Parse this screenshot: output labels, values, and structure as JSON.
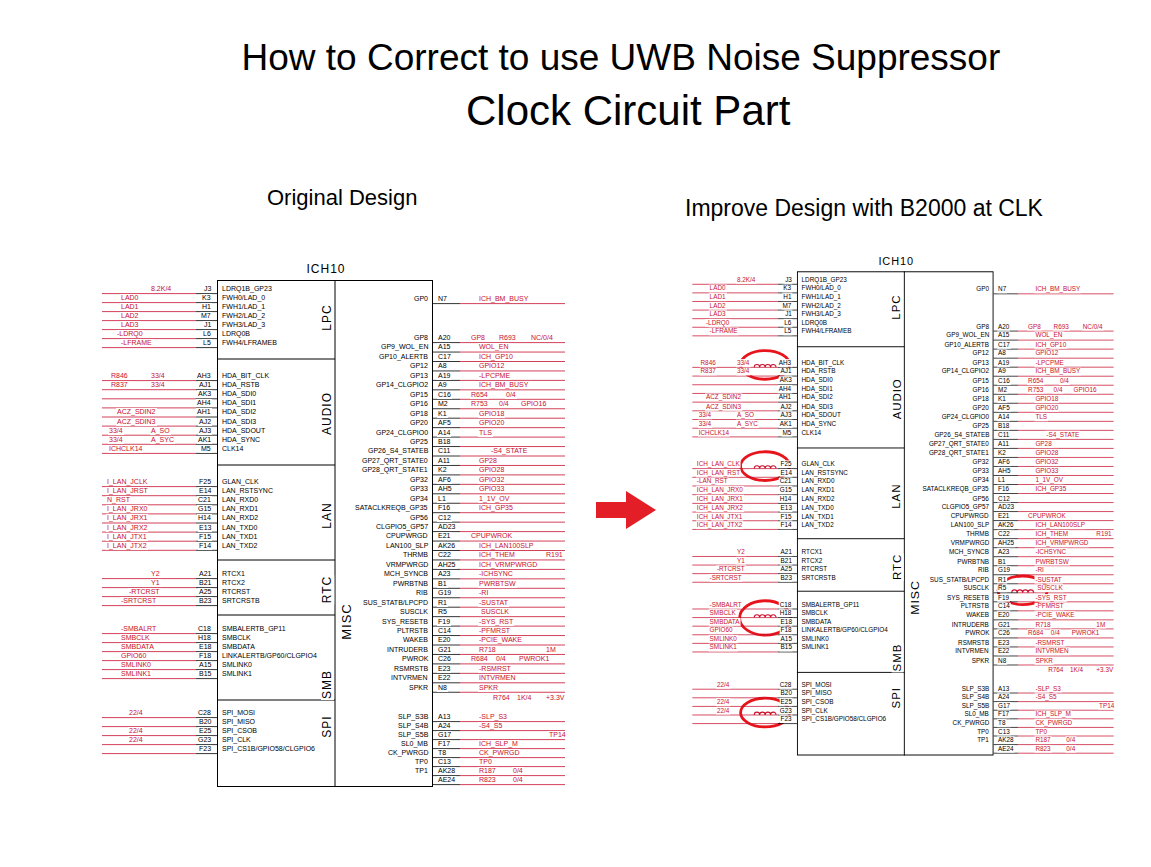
{
  "diagram": {
    "title": "How to Correct to use UWB Noise Suppressor",
    "nodes": [
      {
        "text": [
          "ICH10",
          "LPC",
          "AUDIO",
          "LAN",
          "RTC",
          "SMB",
          "SPI",
          "MISC"
        ]
      },
      {
        "text": [
          "ICH10",
          "LPC",
          "AUDIO",
          "LAN",
          "RTC",
          "SMB",
          "SPI",
          "MISC"
        ]
      }
    ],
    "labels": [
      "Clock Circuit Part",
      "Original Design",
      "Improve Design with B2000 at CLK",
      "LDRQ1B_GP23",
      "FWH0/LAD_0",
      "FWH1/LAD_1",
      "FWH2/LAD_2",
      "FWH3/LAD_3",
      "LDRQ0B",
      "FWH4/LFRAMEB",
      "HDA_BIT_CLK",
      "HDA_RSTB",
      "HDA_SDI0",
      "HDA_SDI1",
      "HDA_SDI2",
      "HDA_SDI3",
      "HDA_SDOUT",
      "HDA_SYNC",
      "CLK14",
      "GLAN_CLK",
      "LAN_RSTSYNC",
      "LAN_RXD0",
      "LAN_RXD1",
      "LAN_RXD2",
      "LAN_TXD0",
      "LAN_TXD1",
      "LAN_TXD2",
      "RTCX1",
      "RTCX2",
      "RTCRST",
      "SRTCRSTB",
      "SMBALERTB_GP11",
      "SMBCLK",
      "SMBDATA",
      "LINKALERTB/GP60/CLGPIO4",
      "SMLINK0",
      "SMLINK1",
      "SPI_MOSI",
      "SPI_MISO",
      "SPI_CSOB",
      "SPI_CLK",
      "SPI_CS1B/GPIO58/CLGPIO6",
      "J3",
      "K3",
      "H1",
      "M7",
      "J1",
      "L6",
      "L5",
      "AH3",
      "AJ1",
      "AK3",
      "AH4",
      "AH1",
      "AJ2",
      "AJ3",
      "AK1",
      "M5",
      "F25",
      "E14",
      "C21",
      "G15",
      "H14",
      "E13",
      "F15",
      "F14",
      "A21",
      "B21",
      "A25",
      "B23",
      "C18",
      "H18",
      "E18",
      "F18",
      "A15",
      "B15",
      "C28",
      "B20",
      "E25",
      "G23",
      "F23",
      "8.2K/4",
      "LAD0",
      "LAD1",
      "LAD2",
      "LAD3",
      "-LDRQ0",
      "-LFRAME",
      "R846",
      "33/4",
      "R837",
      "33/4",
      "ACZ_SDIN2",
      "ACZ_SDIN3",
      "33/4",
      "A_SO",
      "33/4",
      "A_SYC",
      "ICHCLK14",
      "I_LAN_JCLK",
      "I_LAN_JRST",
      "N_RST",
      "I_LAN_JRX0",
      "I_LAN_JRX1",
      "I_LAN_JRX2",
      "I_LAN_JTX1",
      "I_LAN_JTX2",
      "Y2",
      "Y1",
      "-RTCRST",
      "-SRTCRST",
      "-SMBALRT",
      "SMBCLK",
      "SMBDATA",
      "GPIO60",
      "SMLINK0",
      "SMLINK1",
      "22/4",
      "22/4",
      "22/4",
      "GP0",
      "GP8",
      "GP9_WOL_EN",
      "GP10_ALERTB",
      "GP12",
      "GP13",
      "GP14_CLGPIO2",
      "GP15",
      "GP16",
      "GP18",
      "GP20",
      "GP24_CLGPIO0",
      "GP25",
      "GP26_S4_STATEB",
      "GP27_QRT_STATE0",
      "GP28_QRT_STATE1",
      "GP32",
      "GP33",
      "GP34",
      "SATACLKREQB_GP35",
      "GP56",
      "CLGPIO5_GP57",
      "CPUPWRGD",
      "LAN100_SLP",
      "THRMB",
      "VRMPWRGD",
      "MCH_SYNCB",
      "PWRBTNB",
      "RIB",
      "SUS_STATB/LPCPD",
      "SUSCLK",
      "SYS_RESETB",
      "PLTRSTB",
      "WAKEB",
      "INTRUDERB",
      "PWROK",
      "RSMRSTB",
      "INTVRMEN",
      "SPKR",
      "SLP_S3B",
      "SLP_S4B",
      "SLP_S5B",
      "SL0_MB",
      "CK_PWRGD",
      "TP0",
      "TP1",
      "N7",
      "A20",
      "A15",
      "C17",
      "A8",
      "A19",
      "A9",
      "C16",
      "M2",
      "K1",
      "AF5",
      "A14",
      "B18",
      "C11",
      "A11",
      "K2",
      "AF6",
      "AH5",
      "L1",
      "F16",
      "C12",
      "AD23",
      "E21",
      "AK26",
      "C22",
      "AH25",
      "A23",
      "B1",
      "G19",
      "R1",
      "R5",
      "F19",
      "C14",
      "E20",
      "G21",
      "C26",
      "E23",
      "E22",
      "N8",
      "A13",
      "A24",
      "G17",
      "F17",
      "T8",
      "C13",
      "AK28",
      "AE24",
      "ICH_BM_BUSY",
      "GP8",
      "R693",
      "NC/0/4",
      "WOL_EN",
      "ICH_GP10",
      "GPIO12",
      "-LPCPME",
      "ICH_BM_BUSY",
      "R654",
      "0/4",
      "R753",
      "0/4",
      "GPIO16",
      "GPIO18",
      "GPIO20",
      "TLS",
      "-S4_STATE",
      "GP28",
      "GPIO28",
      "GPIO32",
      "GPIO33",
      "1_1V_OV",
      "ICH_GP35",
      "CPUPWROK",
      "ICH_LAN100SLP",
      "ICH_THEM",
      "R191",
      "ICH_VRMPWRGD",
      "-ICHSYNC",
      "PWRBTSW",
      "-RI",
      "-SUSTAT",
      "SUSCLK",
      "-SYS_RST",
      "-PFMRST",
      "-PCIE_WAKE",
      "R718",
      "1M",
      "R684",
      "0/4",
      "PWROK1",
      "-RSMRST",
      "INTVRMEN",
      "SPKR",
      "R764",
      "1K/4",
      "+3.3V",
      "-SLP_S3",
      "-S4_S5",
      "TP14",
      "ICH_SLP_M",
      "CK_PWRGD",
      "TP0",
      "R187",
      "0/4",
      "R823",
      "0/4",
      "LDRQ1B_GP23",
      "FWH0/LAD_0",
      "FWH1/LAD_1",
      "FWH2/LAD_2",
      "FWH3/LAD_3",
      "LDRQ0B",
      "FWH4/LFRAMEB",
      "HDA_BIT_CLK",
      "HDA_RSTB",
      "HDA_SDI0",
      "HDA_SDI1",
      "HDA_SDI2",
      "HDA_SDI3",
      "HDA_SDOUT",
      "HDA_SYNC",
      "CLK14",
      "GLAN_CLK",
      "LAN_RSTSYNC",
      "LAN_RXD0",
      "LAN_RXD1",
      "LAN_RXD2",
      "LAN_TXD0",
      "LAN_TXD1",
      "LAN_TXD2",
      "RTCX1",
      "RTCX2",
      "RTCRST",
      "SRTCRSTB",
      "SMBALERTB_GP11",
      "SMBCLK",
      "SMBDATA",
      "LINKALERTB/GP60/CLGPIO4",
      "SMLINK0",
      "SMLINK1",
      "SPI_MOSI",
      "SPI_MISO",
      "SPI_CSOB",
      "SPI_CLK",
      "SPI_CS1B/GPIO58/CLGPIO6",
      "J3",
      "K3",
      "H1",
      "M7",
      "J1",
      "L6",
      "L5",
      "AH3",
      "AJ1",
      "AK3",
      "AH4",
      "AH1",
      "AJ2",
      "AJ3",
      "AK1",
      "M5",
      "F25",
      "E14",
      "C21",
      "G15",
      "H14",
      "E13",
      "F15",
      "F14",
      "A21",
      "B21",
      "A25",
      "B23",
      "C18",
      "H18",
      "E18",
      "F18",
      "A15",
      "B15",
      "C28",
      "B20",
      "E25",
      "G23",
      "F23",
      "8.2K/4",
      "LAD0",
      "LAD1",
      "LAD2",
      "LAD3",
      "-LDRQ0",
      "-LFRAME",
      "R846",
      "33/4",
      "R837",
      "33/4",
      "ACZ_SDIN2",
      "ACZ_SDIN3",
      "33/4",
      "A_SO",
      "33/4",
      "A_SYC",
      "ICHCLK14",
      "ICH_LAN_CLK",
      "ICH_LAN_RST",
      "-LAN_RST",
      "ICH_LAN_JRX0",
      "ICH_LAN_JRX1",
      "ICH_LAN_JRX2",
      "ICH_LAN_JTX1",
      "ICH_LAN_JTX2",
      "Y2",
      "Y1",
      "-RTCRST",
      "-SRTCRST",
      "-SMBALRT",
      "SMBCLK",
      "SMBDATA",
      "GPIO60",
      "SMLINK0",
      "SMLINK1",
      "22/4",
      "22/4",
      "22/4",
      "GP0",
      "GP8",
      "GP9_WOL_EN",
      "GP10_ALERTB",
      "GP12",
      "GP13",
      "GP14_CLGPIO2",
      "GP15",
      "GP16",
      "GP18",
      "GP20",
      "GP24_CLGPIO0",
      "GP25",
      "GP26_S4_STATEB",
      "GP27_QRT_STATE0",
      "GP28_QRT_STATE1",
      "GP32",
      "GP33",
      "GP34",
      "SATACLKREQB_GP35",
      "GP56",
      "CLGPIO5_GP57",
      "CPUPWRGD",
      "LAN100_SLP",
      "THRMB",
      "VRMPWRGD",
      "MCH_SYNCB",
      "PWRBTNB",
      "RIB",
      "SUS_STATB/LPCPD",
      "SUSCLK",
      "SYS_RESETB",
      "PLTRSTB",
      "WAKEB",
      "INTRUDERB",
      "PWROK",
      "RSMRSTB",
      "INTVRMEN",
      "SPKR",
      "SLP_S3B",
      "SLP_S4B",
      "SLP_S5B",
      "SL0_MB",
      "CK_PWRGD",
      "TP0",
      "TP1",
      "N7",
      "A20",
      "A15",
      "C17",
      "A8",
      "A19",
      "A9",
      "C16",
      "M2",
      "K1",
      "AF5",
      "A14",
      "B18",
      "C11",
      "A11",
      "K2",
      "AF6",
      "AH5",
      "L1",
      "F16",
      "C12",
      "AD23",
      "E21",
      "AK26",
      "C22",
      "AH25",
      "A23",
      "B1",
      "G19",
      "R1",
      "R5",
      "F19",
      "C14",
      "E20",
      "G21",
      "C26",
      "E23",
      "E22",
      "N8",
      "A13",
      "A24",
      "G17",
      "F17",
      "T8",
      "C13",
      "AK28",
      "AE24",
      "ICH_BM_BUSY",
      "GP8",
      "R693",
      "NC/0/4",
      "WOL_EN",
      "ICH_GP10",
      "GPIO12",
      "-LPCPME",
      "ICH_BM_BUSY",
      "R654",
      "0/4",
      "R753",
      "0/4",
      "GPIO16",
      "GPIO18",
      "GPIO20",
      "TLS",
      "-S4_STATE",
      "GP28",
      "GPIO28",
      "GPIO32",
      "GPIO33",
      "1_1V_OV",
      "ICH_GP35",
      "CPUPWROK",
      "ICH_LAN100SLP",
      "ICH_THEM",
      "R191",
      "ICH_VRMPWRGD",
      "-ICHSYNC",
      "PWRBTSW",
      "-RI",
      "-SUSTAT",
      "SUSCLK",
      "-SYS_RST",
      "-PFMRST",
      "-PCIE_WAKE",
      "R718",
      "1M",
      "R684",
      "0/4",
      "PWROK1",
      "-RSMRST",
      "INTVRMEN",
      "SPKR",
      "R764",
      "1K/4",
      "+3.3V",
      "-SLP_S3",
      "-S4_S5",
      "TP14",
      "ICH_SLP_M",
      "CK_PWRGD",
      "TP0",
      "R187",
      "0/4",
      "R823",
      "0/4"
    ]
  }
}
